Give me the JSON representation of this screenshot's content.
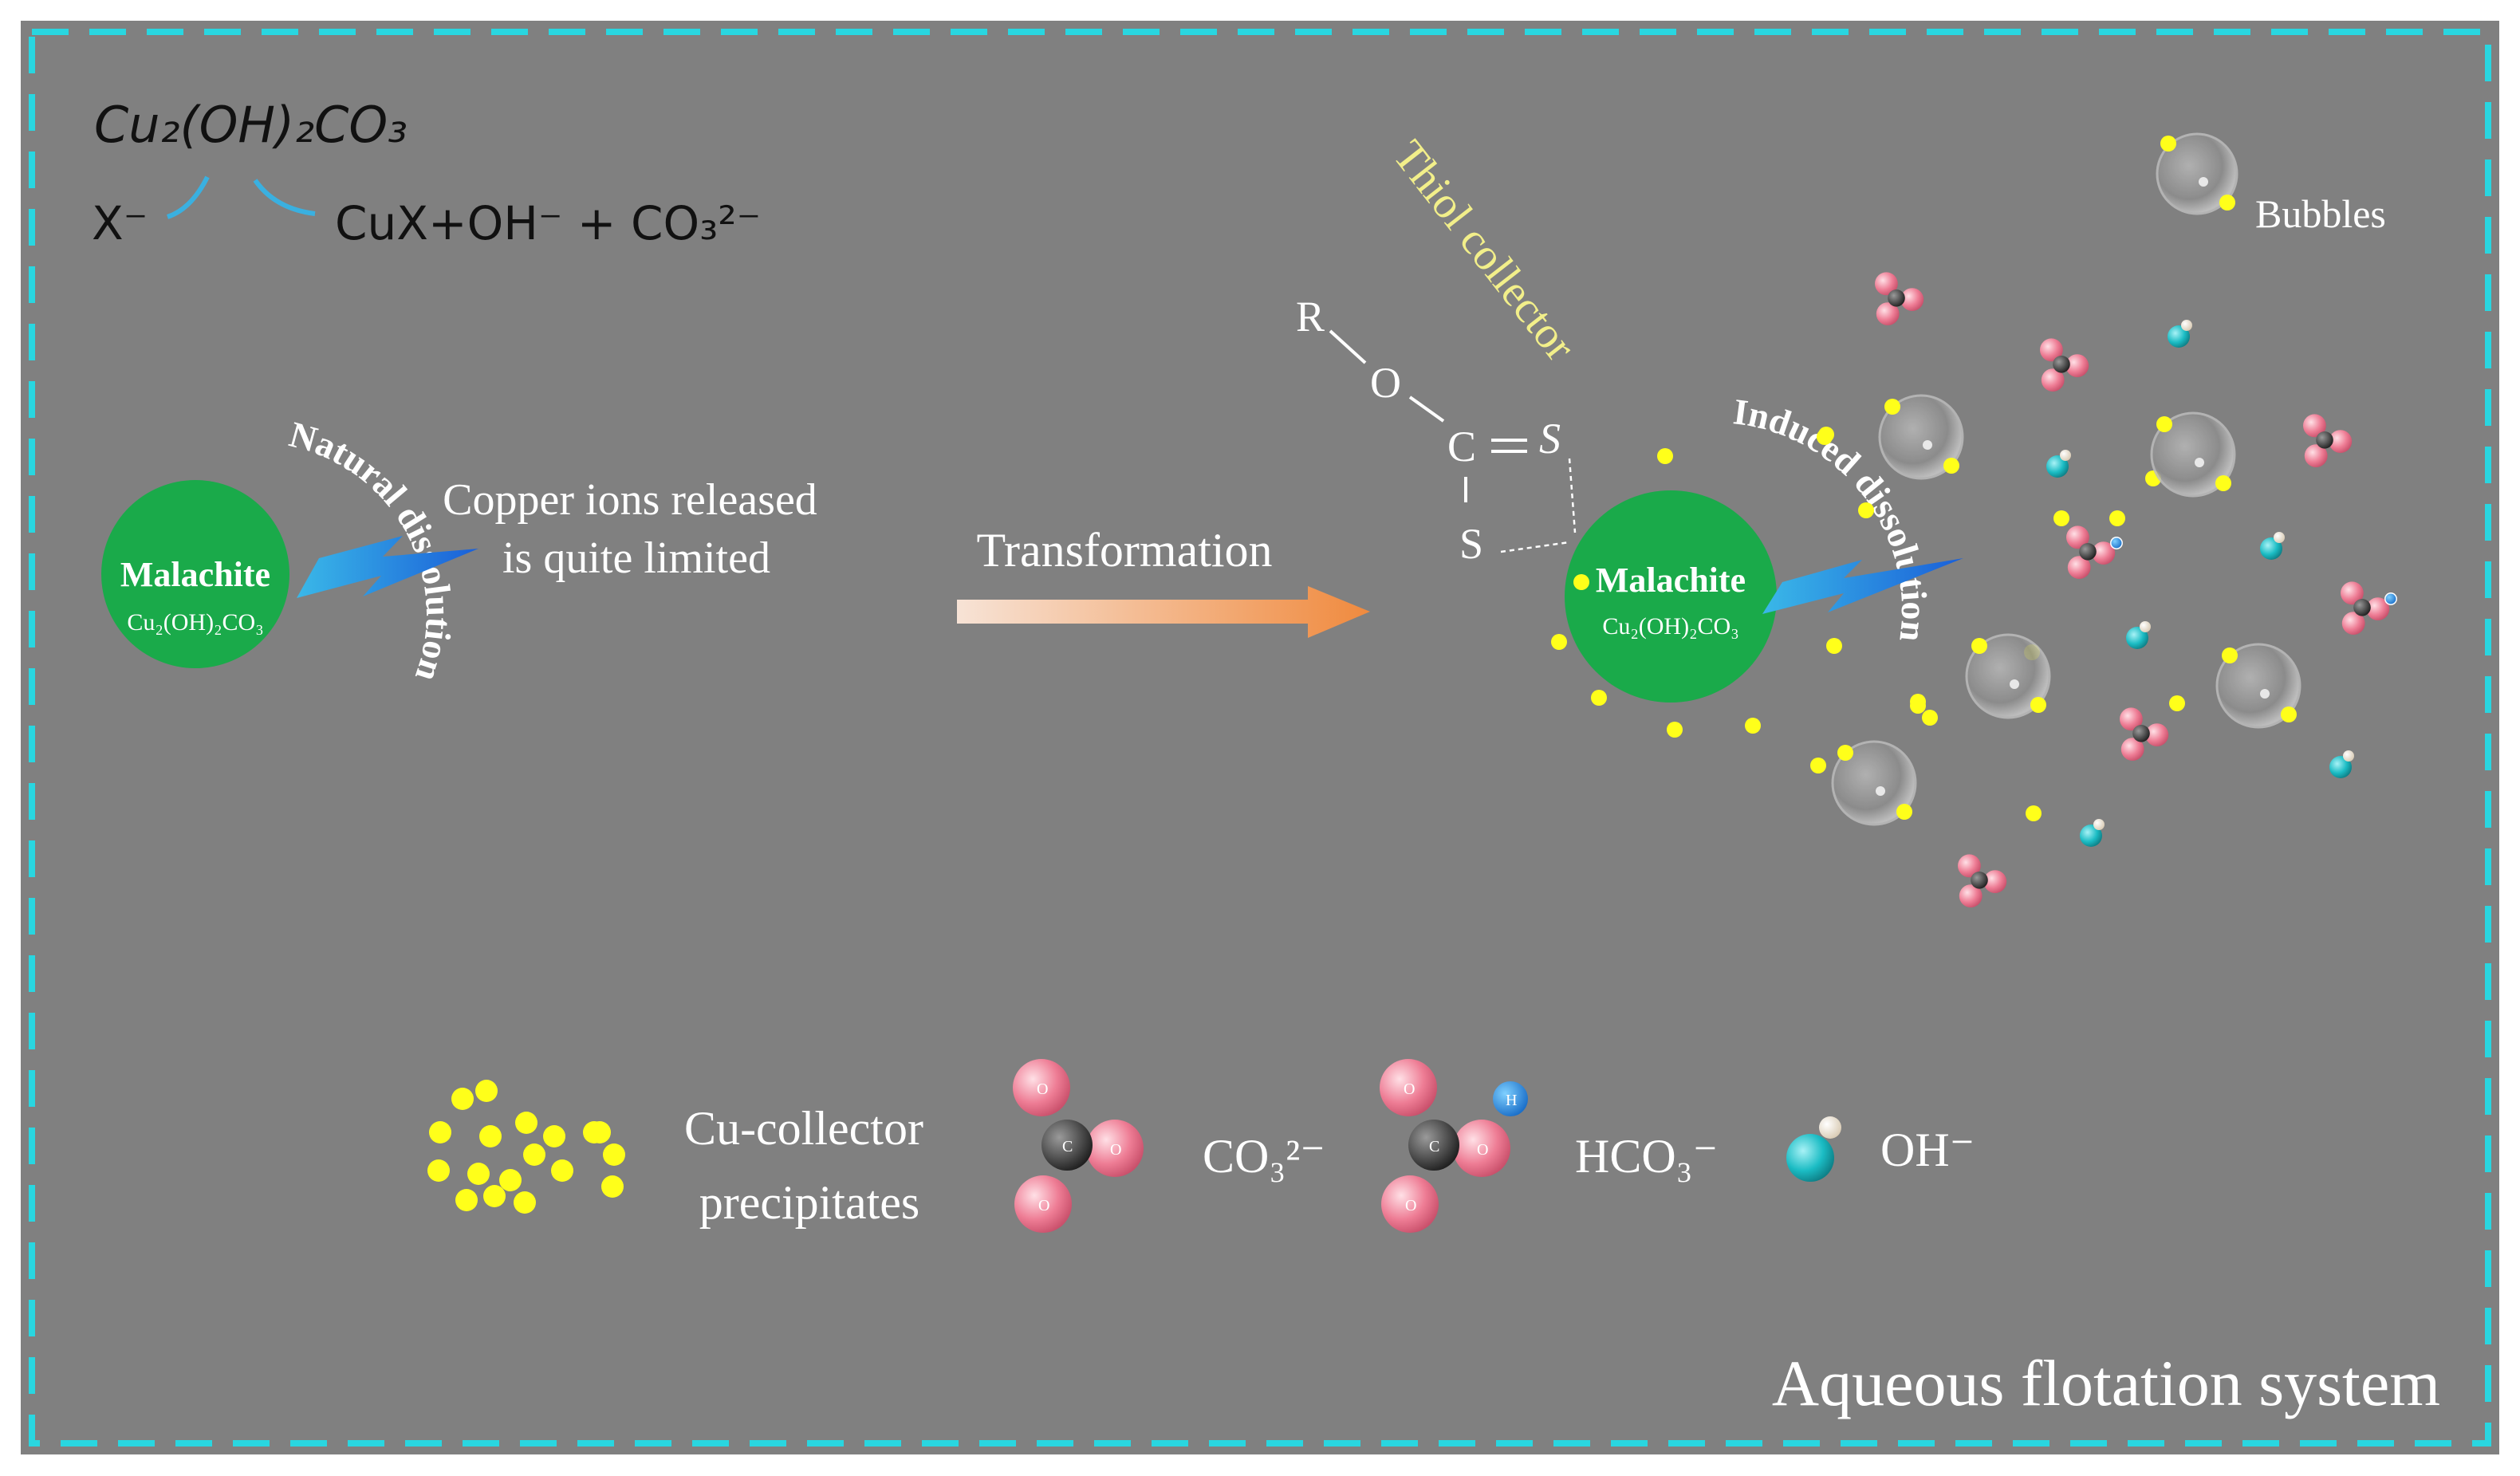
{
  "colors": {
    "background": "#808080",
    "frame": "#29d6e0",
    "malachite": "#1aaa4a",
    "precipitate": "#ffff1a",
    "oxygen": "#ee7d95",
    "oh_ball": "#1bbcc4",
    "hydrogen_blue": "#1a8ae0",
    "thiol_label": "#f2ef8a",
    "arrow_start": "#f7d9c8",
    "arrow_end": "#f08a3e"
  },
  "reaction": {
    "reactant": "Cu₂(OH)₂CO₃",
    "ion": "X⁻",
    "products": "CuX+OH⁻ + CO₃²⁻"
  },
  "left": {
    "mineral_name": "Malachite",
    "mineral_formula": "Cu₂(OH)₂CO₃",
    "dissolution_label": "Natural dissolution",
    "release_line1": "Copper ions released",
    "release_line2": "is quite limited"
  },
  "transformation_label": "Transformation",
  "right": {
    "collector_label": "Thiol collector",
    "collector_atoms": {
      "r": "R",
      "o": "O",
      "c": "C",
      "s_top": "S",
      "s_bottom": "S"
    },
    "mineral_name": "Malachite",
    "mineral_formula": "Cu₂(OH)₂CO₃",
    "dissolution_label": "Induced dissolution",
    "bubbles_label": "Bubbles"
  },
  "legend": {
    "precipitates_line1": "Cu-collector",
    "precipitates_line2": "precipitates",
    "carbonate": "CO₃²⁻",
    "bicarbonate": "HCO₃⁻",
    "hydroxide": "OH⁻",
    "atom_o": "O",
    "atom_c": "C",
    "atom_h": "H"
  },
  "system_label": "Aqueous flotation system"
}
